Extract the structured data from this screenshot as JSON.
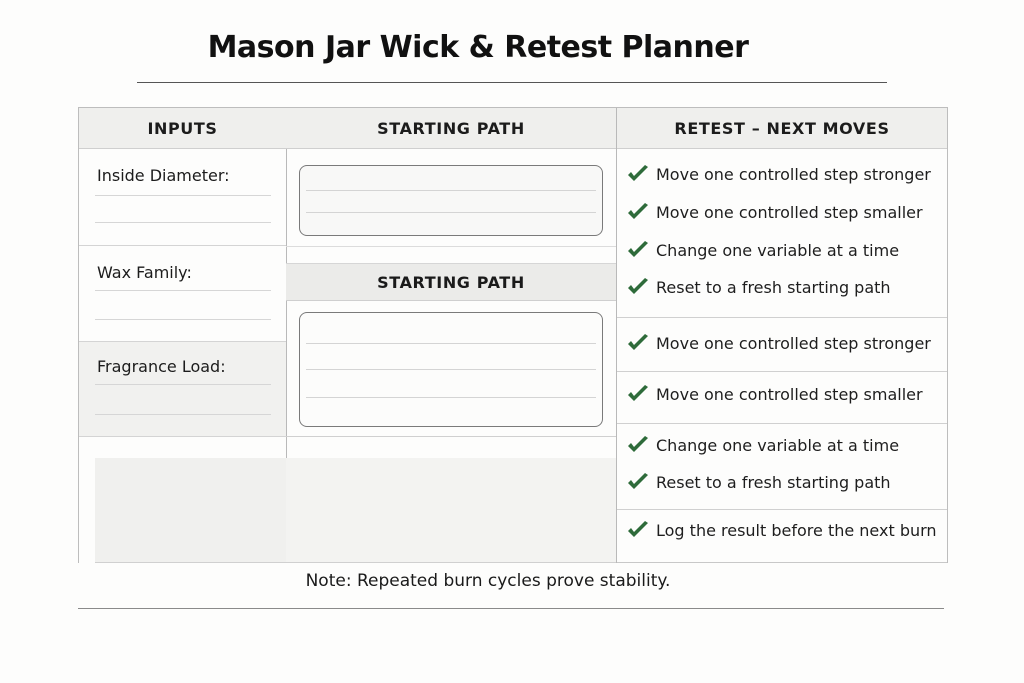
{
  "title": "Mason Jar Wick & Retest Planner",
  "columns": {
    "inputs": {
      "header": "INPUTS",
      "fields": [
        {
          "label": "Inside Diameter:",
          "value": ""
        },
        {
          "label": "Wax Family:",
          "value": ""
        },
        {
          "label": "Fragrance Load:",
          "value": ""
        }
      ]
    },
    "starting_path": {
      "header": "STARTING PATH",
      "subheader": "STARTING PATH",
      "box1_value": "",
      "box2_value": ""
    },
    "retest": {
      "header": "RETEST – NEXT MOVES",
      "check_color": "#2e6b3a",
      "items": [
        "Move one controlled step stronger",
        "Move one controlled step smaller",
        "Change one variable at a time",
        "Reset to a fresh starting path",
        "Move one controlled step stronger",
        "Move one controlled step smaller",
        "Change one variable at a time",
        "Reset to a fresh starting path",
        "Log the result before the next burn"
      ]
    }
  },
  "note": "Note: Repeated burn cycles prove stability."
}
